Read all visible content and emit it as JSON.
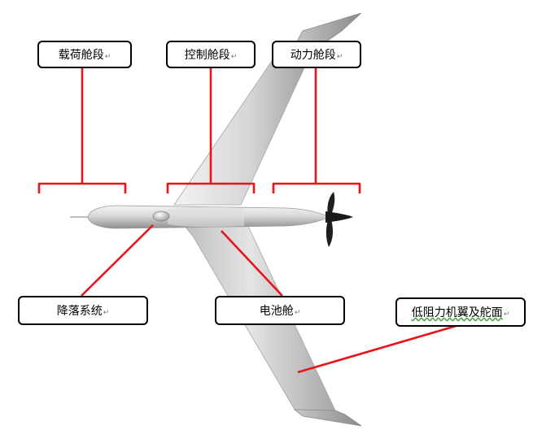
{
  "diagram": {
    "labels": {
      "payload_section": "载荷舱段",
      "control_section": "控制舱段",
      "power_section": "动力舱段",
      "landing_system": "降落系统",
      "battery_bay": "电池舱",
      "wing_rudder": "低阻力机翼及舵面"
    },
    "paragraph_mark": "↵",
    "colors": {
      "leader_line": "#e8141b",
      "box_border": "#000000",
      "aircraft_body": "#d2d2d2",
      "propeller": "#1e1e1e"
    }
  }
}
